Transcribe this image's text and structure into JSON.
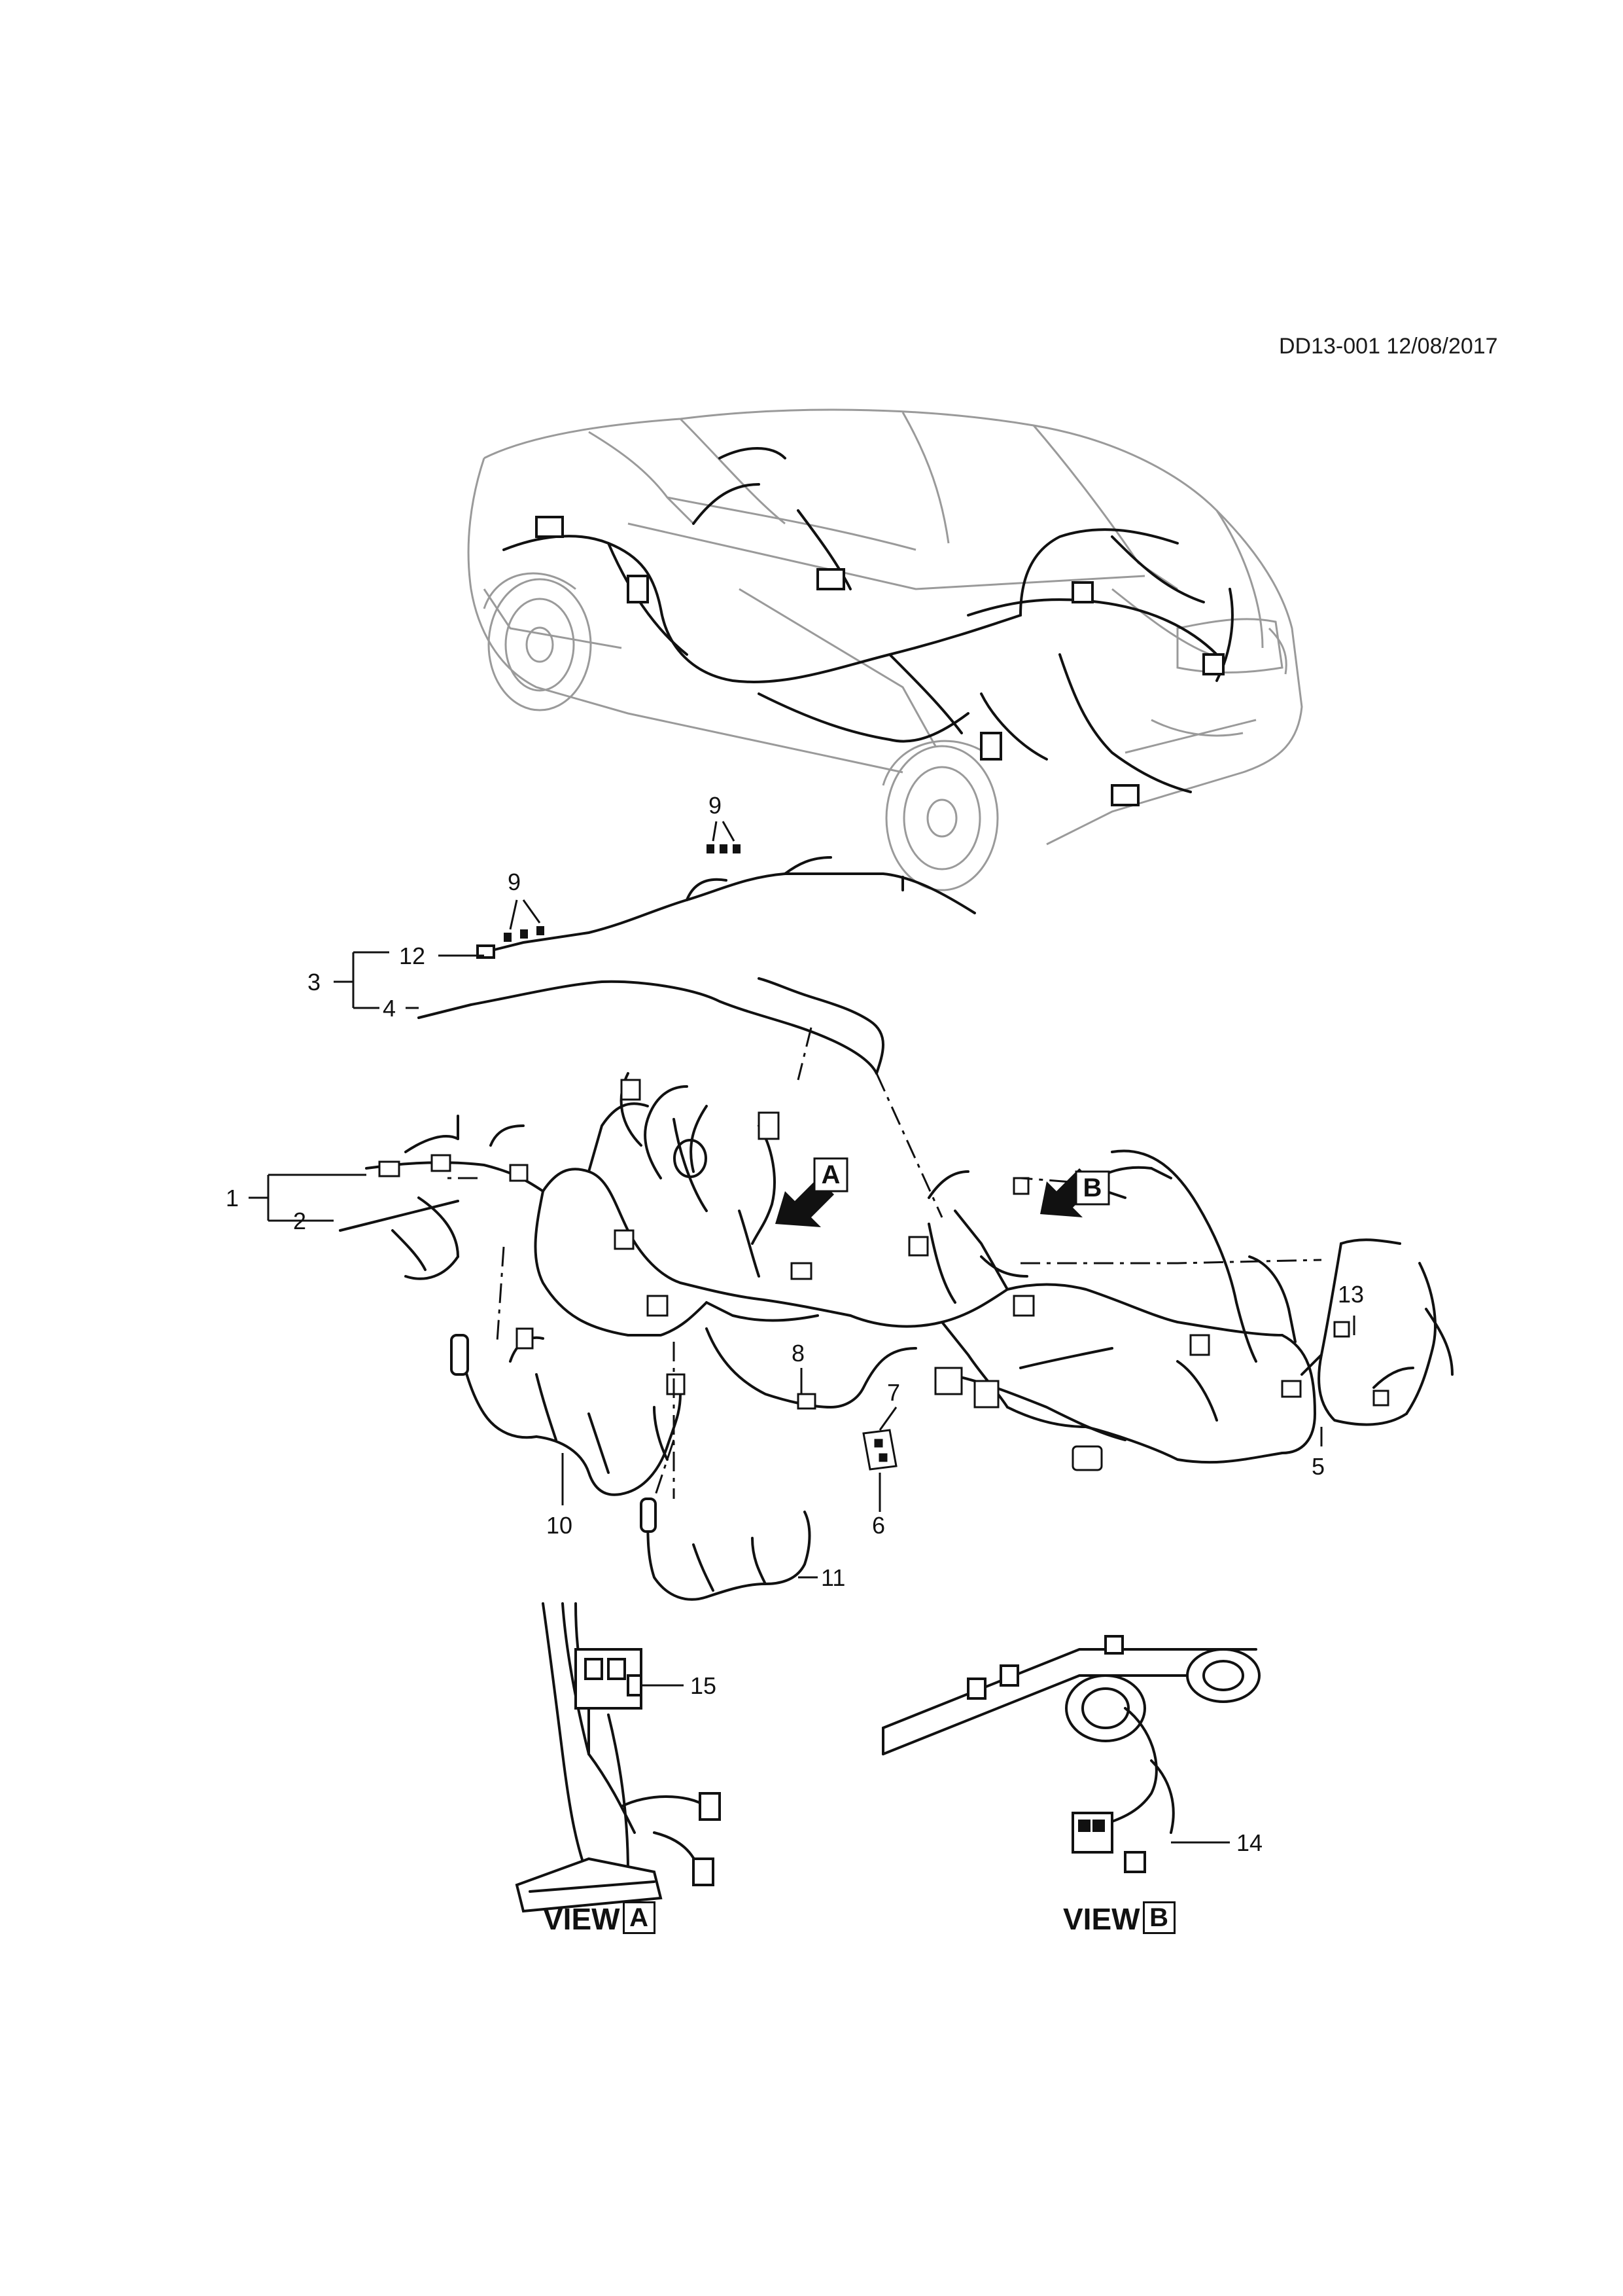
{
  "document_id": "DD13-001 12/08/2017",
  "callouts": [
    {
      "id": "c1",
      "label": "1"
    },
    {
      "id": "c2",
      "label": "2"
    },
    {
      "id": "c3",
      "label": "3"
    },
    {
      "id": "c4",
      "label": "4"
    },
    {
      "id": "c5",
      "label": "5"
    },
    {
      "id": "c6",
      "label": "6"
    },
    {
      "id": "c7",
      "label": "7"
    },
    {
      "id": "c8",
      "label": "8"
    },
    {
      "id": "c9a",
      "label": "9"
    },
    {
      "id": "c9b",
      "label": "9"
    },
    {
      "id": "c10",
      "label": "10"
    },
    {
      "id": "c11",
      "label": "11"
    },
    {
      "id": "c12",
      "label": "12"
    },
    {
      "id": "c13",
      "label": "13"
    },
    {
      "id": "c14",
      "label": "14"
    },
    {
      "id": "c15",
      "label": "15"
    }
  ],
  "arrow_labels": {
    "a": "A",
    "b": "B"
  },
  "views": {
    "a": {
      "prefix": "VIEW",
      "letter": "A"
    },
    "b": {
      "prefix": "VIEW",
      "letter": "B"
    }
  },
  "colors": {
    "line": "#111111",
    "car_outline": "#9a9a9a",
    "background": "#ffffff"
  }
}
